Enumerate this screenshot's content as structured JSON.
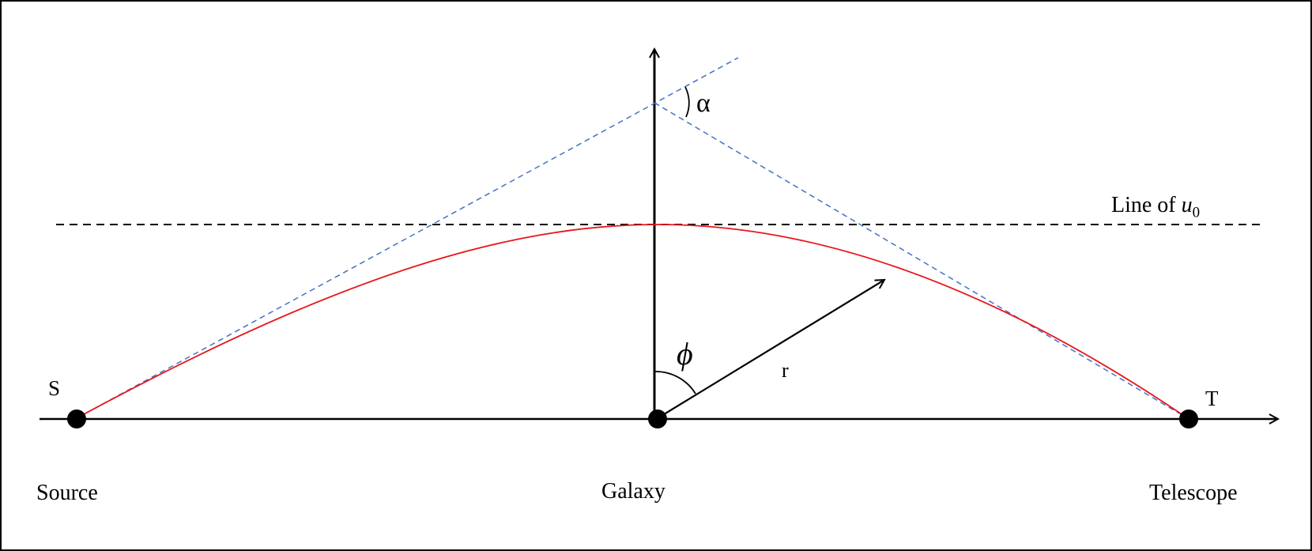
{
  "labels": {
    "source_point": "S",
    "telescope_point": "T",
    "source": "Source",
    "galaxy": "Galaxy",
    "telescope": "Telescope",
    "line_u0_prefix": "Line of ",
    "line_u0_var": "u",
    "line_u0_sub": "0",
    "alpha": "α",
    "phi": "ϕ",
    "r": "r"
  },
  "colors": {
    "light_path": "#e8161b",
    "asymptotes": "#4472c4",
    "axes": "#000000"
  }
}
